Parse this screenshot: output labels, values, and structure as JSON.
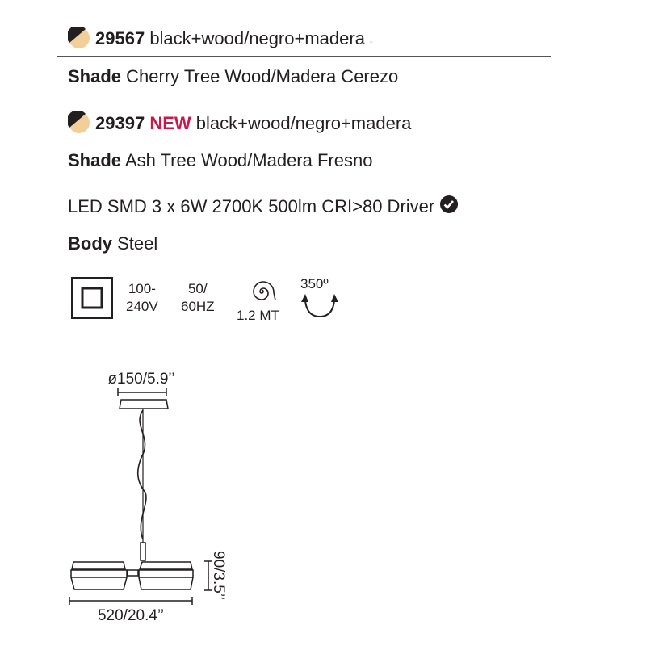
{
  "variants": [
    {
      "code": "29567",
      "badge": "",
      "finish": "black+wood/negro+madera",
      "trail": "-",
      "shade_label": "Shade",
      "shade": "Cherry Tree Wood/Madera Cerezo",
      "swatch_colors": [
        "#231f20",
        "#f2cf98"
      ]
    },
    {
      "code": "29397",
      "badge": "NEW",
      "finish": "black+wood/negro+madera",
      "shade_label": "Shade",
      "shade": "Ash Tree Wood/Madera Fresno",
      "swatch_colors": [
        "#231f20",
        "#f2cf98"
      ]
    }
  ],
  "led": {
    "text": "LED SMD 3 x 6W 2700K 500lm CRI>80 Driver",
    "icon": "check-circle-icon"
  },
  "body": {
    "label": "Body",
    "value": "Steel"
  },
  "specs": {
    "voltage": [
      "100-",
      "240V"
    ],
    "frequency": [
      "50/",
      "60HZ"
    ],
    "cable": "1.2 MT",
    "rotation": "350º"
  },
  "dimensions": {
    "diameter": "ø150/5.9’’",
    "width": "520/20.4’’",
    "height": "90/3.5’’"
  },
  "colors": {
    "accent": "#c8194b",
    "text": "#231f20"
  }
}
